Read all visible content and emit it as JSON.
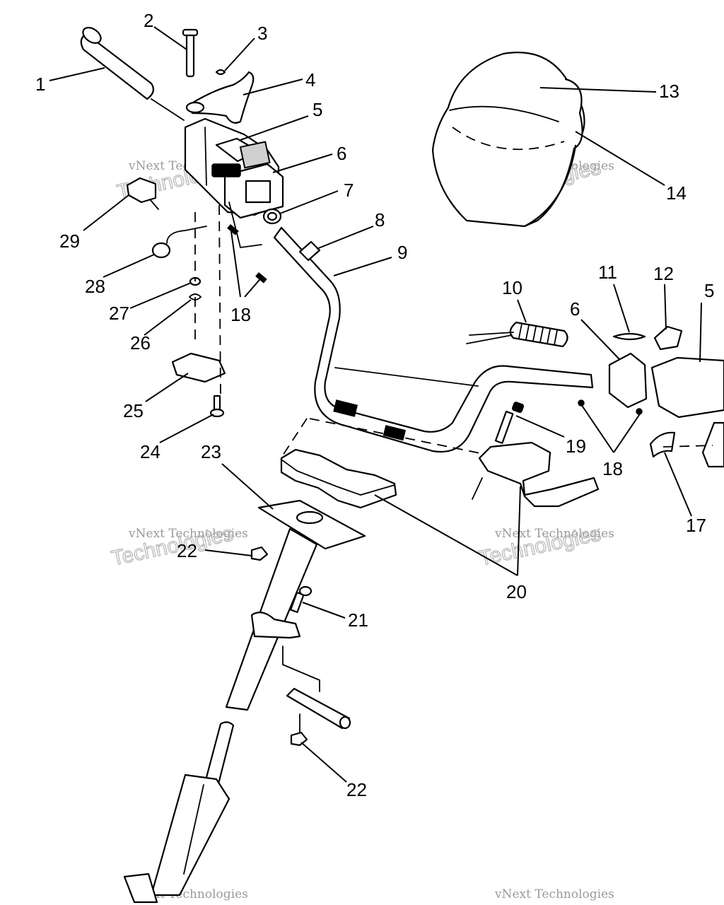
{
  "callouts": [
    "1",
    "2",
    "3",
    "4",
    "5",
    "6",
    "7",
    "8",
    "9",
    "10",
    "11",
    "12",
    "5",
    "13",
    "14",
    "29",
    "28",
    "27",
    "26",
    "18",
    "6",
    "25",
    "24",
    "23",
    "19",
    "18",
    "17",
    "22",
    "20",
    "21",
    "22"
  ],
  "watermark": {
    "line1": "vNext Technologies",
    "line2": "Technologies"
  },
  "colors": {
    "ink": "#000000",
    "paper": "#ffffff",
    "watermark": "#a0a0a0"
  }
}
